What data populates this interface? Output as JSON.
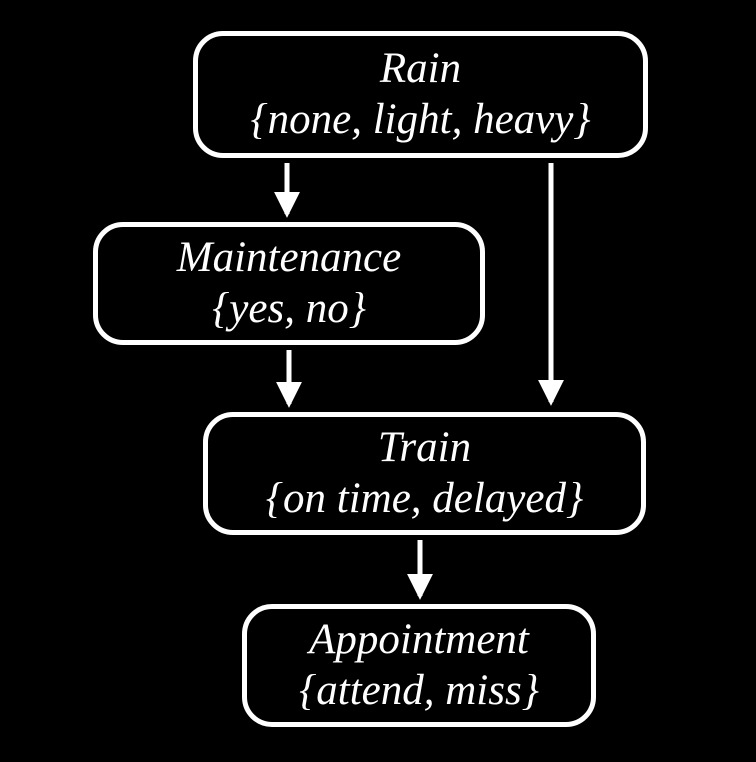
{
  "diagram": {
    "kind": "bayesian-network",
    "colors": {
      "background": "#000000",
      "node_border": "#ffffff",
      "node_fill": "#000000",
      "text": "#ffffff",
      "arrow": "#ffffff"
    },
    "nodes": {
      "rain": {
        "label": "Rain",
        "domain": "{none, light, heavy}"
      },
      "maintenance": {
        "label": "Maintenance",
        "domain": "{yes, no}"
      },
      "train": {
        "label": "Train",
        "domain": "{on time, delayed}"
      },
      "appointment": {
        "label": "Appointment",
        "domain": "{attend, miss}"
      }
    },
    "edges": [
      {
        "from": "Rain",
        "to": "Maintenance"
      },
      {
        "from": "Rain",
        "to": "Train"
      },
      {
        "from": "Maintenance",
        "to": "Train"
      },
      {
        "from": "Train",
        "to": "Appointment"
      }
    ]
  }
}
